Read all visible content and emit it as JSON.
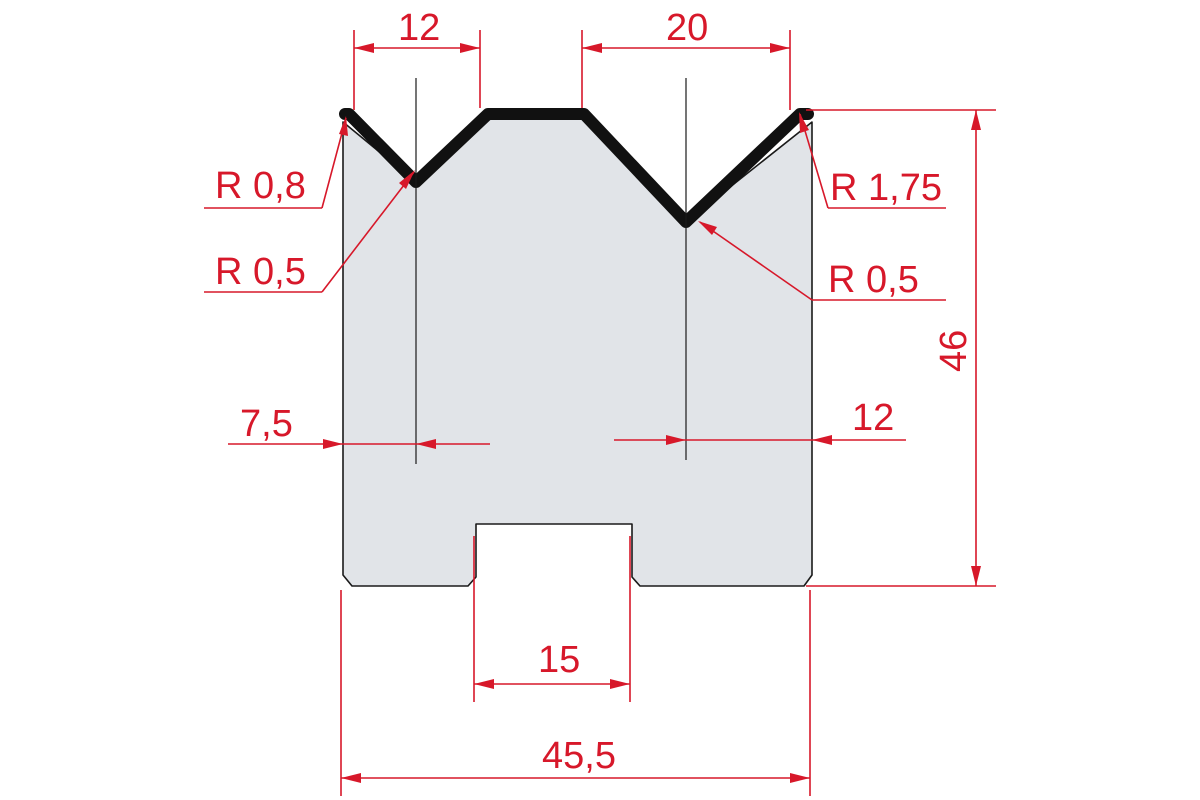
{
  "colors": {
    "dimension": "#d7182a",
    "body_fill": "#e1e4e8",
    "outline": "#1a1a1a"
  },
  "dimensions": {
    "v_small_opening": "12",
    "v_large_opening": "20",
    "radius_top_left": "R 0,8",
    "radius_v_small": "R 0,5",
    "radius_top_right": "R 1,75",
    "radius_v_large": "R 0,5",
    "left_offset": "7,5",
    "right_offset": "12",
    "total_height": "46",
    "slot_width": "15",
    "total_width": "45,5"
  }
}
